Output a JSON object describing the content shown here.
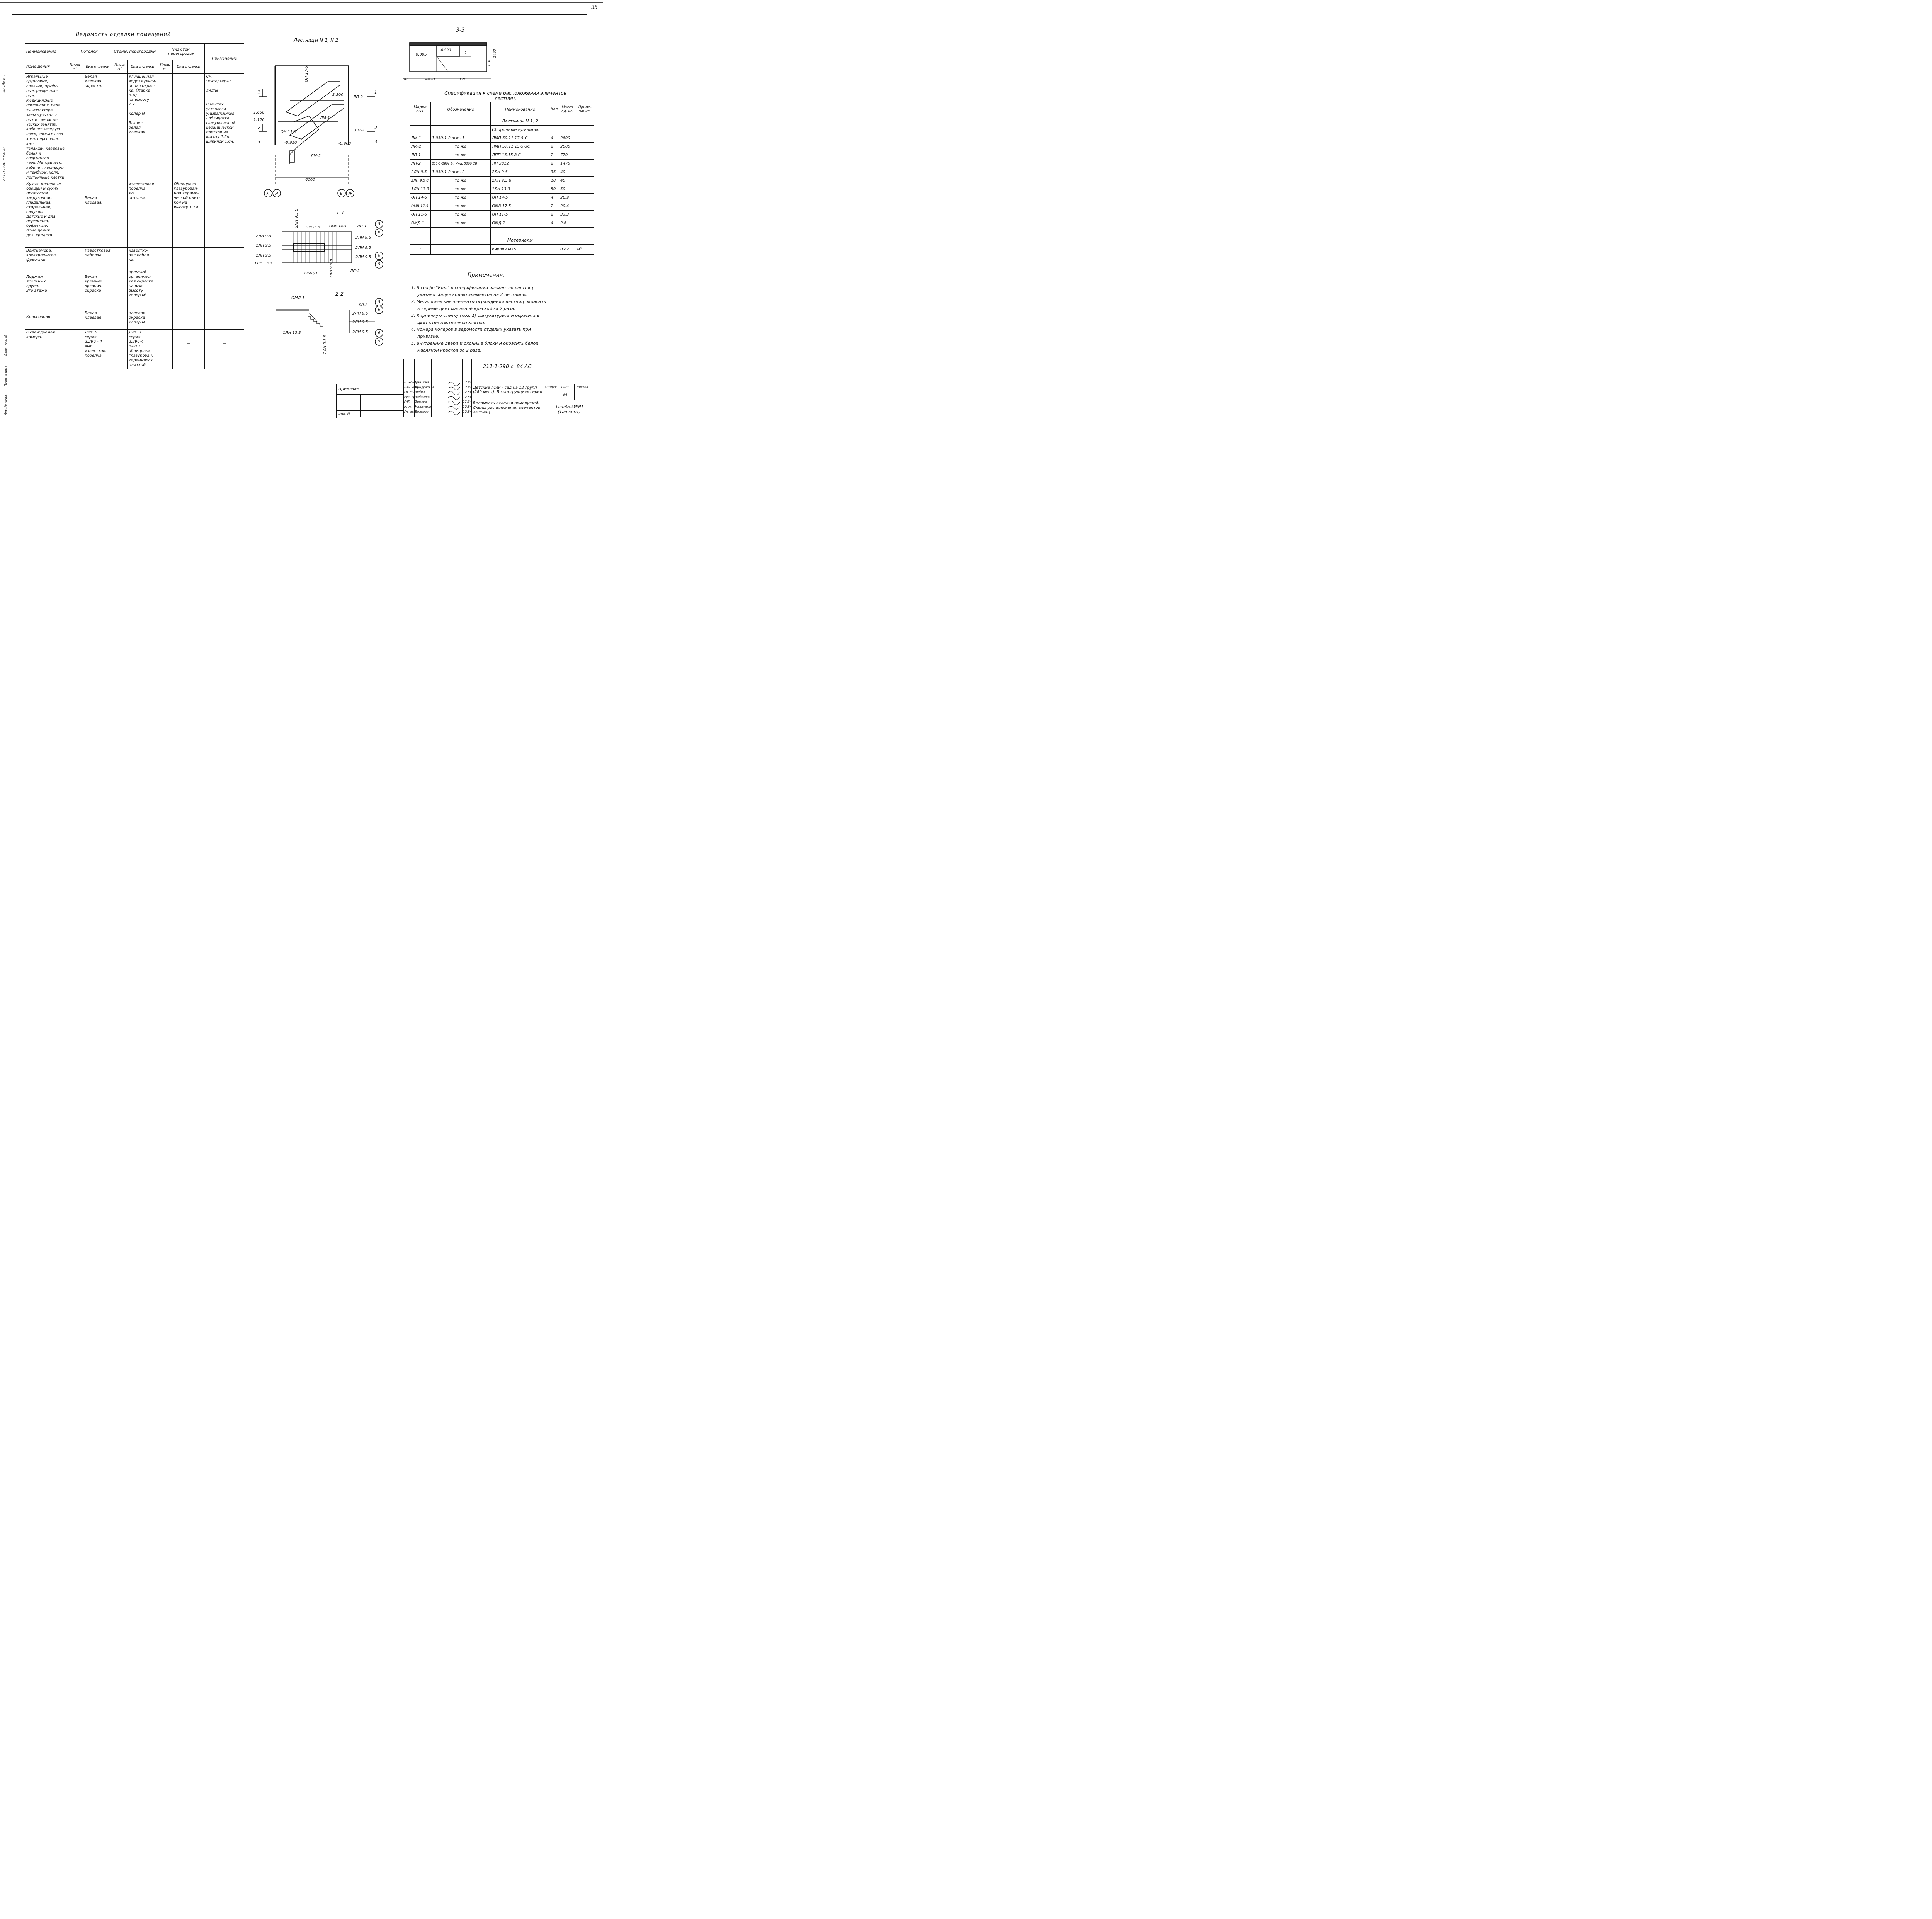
{
  "sheet": {
    "page_number": "35",
    "side_labels": [
      "Альбом 1",
      "211-1-290 с.84 АС"
    ],
    "side_stamp": [
      "Инв. № подл.",
      "Подп. и дата",
      "Взам. инв. №"
    ]
  },
  "finish_table": {
    "title": "Ведомость отделки помещений",
    "headers": {
      "name_top": "Наименование",
      "name_bottom": "помещения",
      "ceiling": "Потолок",
      "walls": "Стены, перегородки",
      "low_walls": "Низ стен, перегородок",
      "note": "Примечание",
      "area": "Площ м²",
      "finish_kind": "Вид отделки"
    },
    "rows": [
      {
        "name": "Игральные\nгрупповые,\nспальни, приём-\nные, раздеваль-\nные.\nМедицинские\nпомещения, пала-\nты изолятора,\nзалы музыкаль-\nных и гимнасти-\nческих занятий,\nкабинет заведую-\nщего, комнаты зав-\nхоза, персонала, кас-\nтелянши, кладовые\nбелья и спортинвен-\nтаря. Методическ.\nкабинет, коридоры\nи тамбуры, холл,\nлестничные клетки",
        "ceiling": "Белая\nклеевая\nокраска.",
        "walls": "Улучшенная\nводоэмульси-\nонная окрас-\nка. (Марка В.Л)\nна высоту\n2.7.\n\nколер N\n\nВыше -\nбелая\nклеевая",
        "low": "—",
        "note": "См.\n\"Интерьеры\"\n\nлисты\n\n\nВ местах\nустановки\nумывальников\n- облицовка\nглазурованной\nкерамической\nплиткой на\nвысоту 1.5н.\nшириной 1.0н."
      },
      {
        "name": "Кухня, кладовые\nовощей и сухих\nпродуктов,\nзагрузочная,\nгладильная,\nстиральная,\nсанузлы\nдетские и для\nперсонала,\nбуфетные,\nпомещения\nдез. средств",
        "ceiling": "\n\n\nБелая\nклеевая.",
        "walls": "известковая\nпобелка\nдо\nпотолка.",
        "low": "Облицовка\nглазурован-\nной керами-\nческой плит-\nкой на\nвысоту 1.5н.",
        "note": ""
      },
      {
        "name": "Венткамера,\nэлектрощитов,\nфреонная",
        "ceiling": "Известковая\nпобелка",
        "walls": "известко-\nвая побел-\nка.",
        "low": "—",
        "note": ""
      },
      {
        "name": "Лоджии\nясельных\nгрупп:\n2го этажа",
        "ceiling": "Белая\nкремний\nорганич.\nокраска",
        "walls": "кремний -\nорганичес-\nкая окраска\nна всю\nвысоту\nколер N°",
        "low": "—",
        "note": ""
      },
      {
        "name": "Колясочная",
        "ceiling": "Белая\nклеевая",
        "walls": "клеевая\nокраска\nколер N",
        "low": "",
        "note": ""
      },
      {
        "name": "Охлаждаемая\nкамера.",
        "ceiling": "Дет. 8\nсерия\n2.290 - 4\nвып.1\nизвестков.\nпобелка.",
        "walls": "Дет. 3\nсерия\n2.290-4\nВып.1\nоблицовка\nглазурован.\nкерамическ.\nплиткой",
        "low": "—",
        "note": "—"
      }
    ]
  },
  "stairs": {
    "title": "Лестницы N 1, N 2",
    "marks": [
      "1",
      "2",
      "3",
      "1",
      "2",
      "3"
    ],
    "levels": [
      "1.650",
      "1.120",
      "-0.910",
      "3.300",
      "-0.900",
      "ОН 17-5",
      "ОН 11-5",
      "ЛМ-1",
      "ЛМ-2",
      "ЛП-2",
      "ЛП-2",
      "ОМД-1"
    ],
    "dim": "6000",
    "axes": [
      "Л",
      "И",
      "Б",
      "Ж"
    ],
    "section_11": {
      "title": "1-1",
      "labels": [
        "2ЛН 9.5",
        "2ЛН 9.5",
        "2ЛН 9.5",
        "1ЛН 13.3",
        "1ЛН 13.3",
        "ОМВ 14-5",
        "ЛП-1",
        "2ЛН 9.5",
        "2ЛН 9.5",
        "2ЛН 9.5",
        "ОМД-1",
        "ЛП-2",
        "2ЛН 9.5 8"
      ],
      "circles": [
        "5",
        "6",
        "6",
        "5"
      ]
    },
    "section_22": {
      "title": "2-2",
      "labels": [
        "ОМД-1",
        "ЛП-2",
        "2ЛН 9.5",
        "2ЛН 9.5",
        "2ЛН 9.5",
        "1ЛН 13.3",
        "2ЛН 9.5 8"
      ],
      "circles": [
        "5",
        "6",
        "6",
        "5"
      ]
    },
    "section_33": {
      "title": "3-3",
      "labels": [
        "0.005",
        "-0.900",
        "1",
        "4420",
        "80",
        "120",
        "110",
        "1490"
      ]
    }
  },
  "spec_table": {
    "title": "Спецификация к схеме расположения элементов лестниц.",
    "headers": [
      "Марка поз.",
      "Обозначение",
      "Наименование",
      "Кол",
      "Масса ед. кг.",
      "Приме- чание."
    ],
    "section_rows": [
      "Лестницы N 1, 2",
      "Сборочные единицы."
    ],
    "rows": [
      [
        "ЛМ-1",
        "1.050.1-2   вып. 1",
        "ЛМП 60.11.17-5-С",
        "4",
        "2600",
        ""
      ],
      [
        "ЛМ-2",
        "то же",
        "ЛМП 57.11.15-5-3С",
        "2",
        "2000",
        ""
      ],
      [
        "ЛП-1",
        "то же",
        "ЛПП 15.15 8-С",
        "2",
        "770",
        ""
      ],
      [
        "ЛП-2",
        "211-1-290с.84 Инд. 5000 СВ",
        "ЛП 3012",
        "2",
        "1475",
        ""
      ],
      [
        "2ЛН 9.5",
        "1.050.1-2   вып. 2",
        "2ЛН 9 5",
        "36",
        "40",
        ""
      ],
      [
        "2ЛН 9.5 8",
        "то же",
        "2ЛН 9.5 8",
        "18",
        "40",
        ""
      ],
      [
        "1ЛН 13.3",
        "то же",
        "1ЛН 13.3",
        "50",
        "50",
        ""
      ],
      [
        "ОН 14-5",
        "то же",
        "ОН 14-5",
        "4",
        "26.9",
        ""
      ],
      [
        "ОМВ 17-5",
        "то же",
        "ОМВ 17-5",
        "2",
        "20.4",
        ""
      ],
      [
        "ОН 11-5",
        "то же",
        "ОН 11-5",
        "2",
        "33.3",
        ""
      ],
      [
        "ОМД-1",
        "то же",
        "ОМД-1",
        "4",
        "2.6",
        ""
      ],
      [
        "",
        "",
        "",
        "",
        "",
        ""
      ]
    ],
    "materials_label": "Материалы",
    "material_row": [
      "1",
      "",
      "кирпич М75",
      "",
      "0.82",
      "м³"
    ]
  },
  "notes": {
    "title": "Примечания.",
    "items": [
      "1. В графе \"Кол.\" в спецификации элементов лестниц",
      "указано общее кол-во элементов на 2 лестницы.",
      "2. Металлические элементы ограждений лестниц окрасить",
      "в черный цвет масляной краской за 2 раза.",
      "3. Кирпичную стенку (поз. 1) оштукатурить и окрасить в",
      "цвет стен лестничной клетки.",
      "4. Номера колеров в ведомости отделки указать при",
      "привязке.",
      "5. Внутренние двери и оконные блоки и окрасить белой",
      "масляной краской за 2 раза."
    ]
  },
  "title_block": {
    "code": "211-1-290 с. 84   АС",
    "bound": "привязан",
    "inv": "инв. N",
    "roles": [
      "Н. контр.",
      "Нач. отд.",
      "Гл. спец.",
      "Рук. гр.",
      "ГАП",
      "Инж.",
      "Гл. арх."
    ],
    "names": [
      "Нач. хаи",
      "Кондратьев",
      "Зебин",
      "Забайлов",
      "Зимина",
      "Никитина",
      "Волкова"
    ],
    "dates": [
      "12.84",
      "12.84",
      "12.84",
      "12.84",
      "12.84",
      "12.84",
      "12.84"
    ],
    "project": "Детские ясли - сад на 12 групп (280 мест). В конструкциях серии",
    "sheet_title": "Ведомость отделки помещений. Схемы расположения элементов лестниц.",
    "stage_label": "Стадия",
    "sheet_label": "Лист",
    "sheets_label": "Листов",
    "sheet_no": "34",
    "org": "ТашЗНИИЭП (Ташкент)"
  }
}
